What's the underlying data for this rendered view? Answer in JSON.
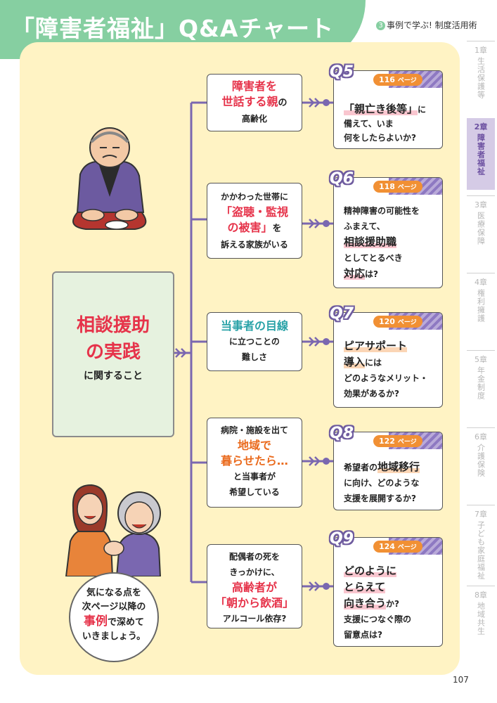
{
  "header": {
    "title": "「障害者福祉」Q&Aチャート",
    "chapter_num": "3",
    "chapter_label": "事例で学ぶ! 制度活用術"
  },
  "tabs": [
    {
      "ch": "1章",
      "name": "生活保護等"
    },
    {
      "ch": "2章",
      "name": "障害者福祉"
    },
    {
      "ch": "3章",
      "name": "医療保障"
    },
    {
      "ch": "4章",
      "name": "権利擁護"
    },
    {
      "ch": "5章",
      "name": "年金制度"
    },
    {
      "ch": "6章",
      "name": "介護保険"
    },
    {
      "ch": "7章",
      "name": "子ども家庭福祉"
    },
    {
      "ch": "8章",
      "name": "地域共生"
    }
  ],
  "center": {
    "line1": "相談援助",
    "line2": "の実践",
    "sub": "に関すること"
  },
  "mid": [
    {
      "l1": "障害者を",
      "l2": "世話する親",
      "l2b": "の",
      "l3": "高齢化"
    },
    {
      "l1": "かかわった世帯に",
      "l2": "「盗聴・監視",
      "l3": "の被害」",
      "l3b": "を",
      "l4": "訴える家族がいる"
    },
    {
      "l1": "当事者の目線",
      "l2": "に立つことの",
      "l3": "難しさ"
    },
    {
      "l1": "病院・施設を出て",
      "l2": "地域で",
      "l3": "暮らせたら…",
      "l4": "と当事者が",
      "l5": "希望している"
    },
    {
      "l1": "配偶者の死を",
      "l2": "きっかけに、",
      "l3": "高齢者が",
      "l4": "「朝から飲酒」",
      "l5": "アルコール依存?"
    }
  ],
  "qa": [
    {
      "q": "Q5",
      "page": "116",
      "page_unit": "ページ",
      "a": "「親亡き後等」",
      "b": "に",
      "c": "備えて、いま",
      "d": "何をしたらよいか?"
    },
    {
      "q": "Q6",
      "page": "118",
      "page_unit": "ページ",
      "a": "精神障害の可能性を",
      "b": "ふまえて、",
      "c": "相談援助職",
      "d": "としてとるべき",
      "e": "対応",
      "f": "は?"
    },
    {
      "q": "Q7",
      "page": "120",
      "page_unit": "ページ",
      "a": "ピアサポート",
      "b": "導入",
      "c": "には",
      "d": "どのようなメリット・",
      "e": "効果があるか?"
    },
    {
      "q": "Q8",
      "page": "122",
      "page_unit": "ページ",
      "a": "希望者の",
      "b": "地域移行",
      "c": "に向け、どのような",
      "d": "支援を展開するか?"
    },
    {
      "q": "Q9",
      "page": "124",
      "page_unit": "ページ",
      "a": "どのように",
      "b": "とらえて",
      "c": "向き合う",
      "d": "か?",
      "e": "支援につなぐ際の",
      "f": "留意点は?"
    }
  ],
  "bubble": {
    "l1": "気になる点を",
    "l2": "次ページ以降の",
    "l3": "事例",
    "l3b": "で深めて",
    "l4": "いきましょう。"
  },
  "page_number": "107",
  "colors": {
    "header": "#86cfa1",
    "bg": "#fff3c4",
    "accent_red": "#e6334a",
    "accent_teal": "#2aa3a8",
    "purple": "#7a67b0",
    "orange": "#f19034"
  }
}
